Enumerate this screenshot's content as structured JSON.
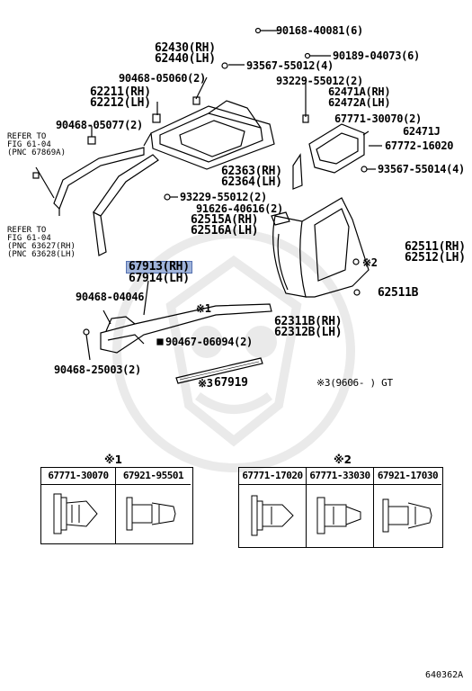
{
  "callouts": {
    "p1": "90168-40081(6)",
    "p2": "90189-04073(6)",
    "p3a": "62430(RH)",
    "p3b": "62440(LH)",
    "p4": "93567-55012(4)",
    "p5": "90468-05060(2)",
    "p6": "93229-55012(2)",
    "p7a": "62211(RH)",
    "p7b": "62212(LH)",
    "p8a": "62471A(RH)",
    "p8b": "62472A(LH)",
    "p9": "90468-05077(2)",
    "p10": "67771-30070(2)",
    "p11": "62471J",
    "p12": "67772-16020",
    "p13a": "62363(RH)",
    "p13b": "62364(LH)",
    "p14": "93567-55014(4)",
    "p15": "93229-55012(2)",
    "p16": "91626-40616(2)",
    "p17a": "62515A(RH)",
    "p17b": "62516A(LH)",
    "p18a": "62511(RH)",
    "p18b": "62512(LH)",
    "p19": "※2",
    "p20a": "67913(RH)",
    "p20b": "67914(LH)",
    "p21": "62511B",
    "p22": "90468-04046",
    "p23": "※1",
    "p24a": "62311B(RH)",
    "p24b": "62312B(LH)",
    "p25": "90467-06094(2)",
    "p26": "90468-25003(2)",
    "p27": "※3",
    "p28": "67919",
    "p29": "※3(9606-     ) GT"
  },
  "refs": {
    "r1a": "REFER TO",
    "r1b": "FIG 61-04",
    "r1c": "(PNC 67869A)",
    "r2a": "REFER TO",
    "r2b": "FIG 61-04",
    "r2c": "(PNC 63627(RH)",
    "r2d": "(PNC 63628(LH)"
  },
  "tables": {
    "t1": {
      "title": "※1",
      "cols": [
        "67771-30070",
        "67921-95501"
      ]
    },
    "t2": {
      "title": "※2",
      "cols": [
        "67771-17020",
        "67771-33030",
        "67921-17030"
      ]
    }
  },
  "footer": {
    "code": "640362A"
  }
}
